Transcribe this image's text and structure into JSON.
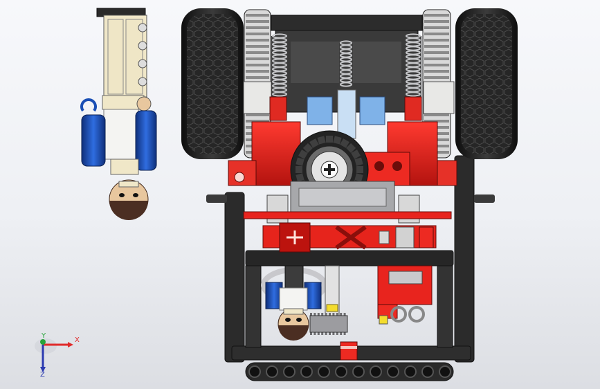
{
  "viewport": {
    "background_top": "#f7f8fb",
    "background_bottom": "#dcdee3"
  },
  "model": {
    "palette": {
      "tire": "#1c1c1c",
      "tire_tread": "#3a3a3a",
      "frame_black": "#2a2a2a",
      "brick_red": "#e8241e",
      "brick_dark_red": "#a3120e",
      "light_gray": "#b8b9bc",
      "white": "#f2f2f0",
      "medium_blue": "#1a4fb5",
      "light_blue": "#7fb2e8",
      "beige": "#f0e7c8",
      "skin": "#e8c79e",
      "hair": "#4b2e22"
    },
    "minifigures": [
      {
        "name": "driver-figure",
        "color_torso": "#f2f2f0",
        "color_arms": "#1a4fb5"
      },
      {
        "name": "passenger-figure",
        "color_torso": "#f2f2f0",
        "color_arms": "#1a4fb5"
      }
    ]
  },
  "triad": {
    "x_label": "X",
    "y_label": "Y",
    "z_label": "Z",
    "x_color": "#e02a2a",
    "y_color": "#27a43a",
    "z_color": "#2b3ab0"
  }
}
